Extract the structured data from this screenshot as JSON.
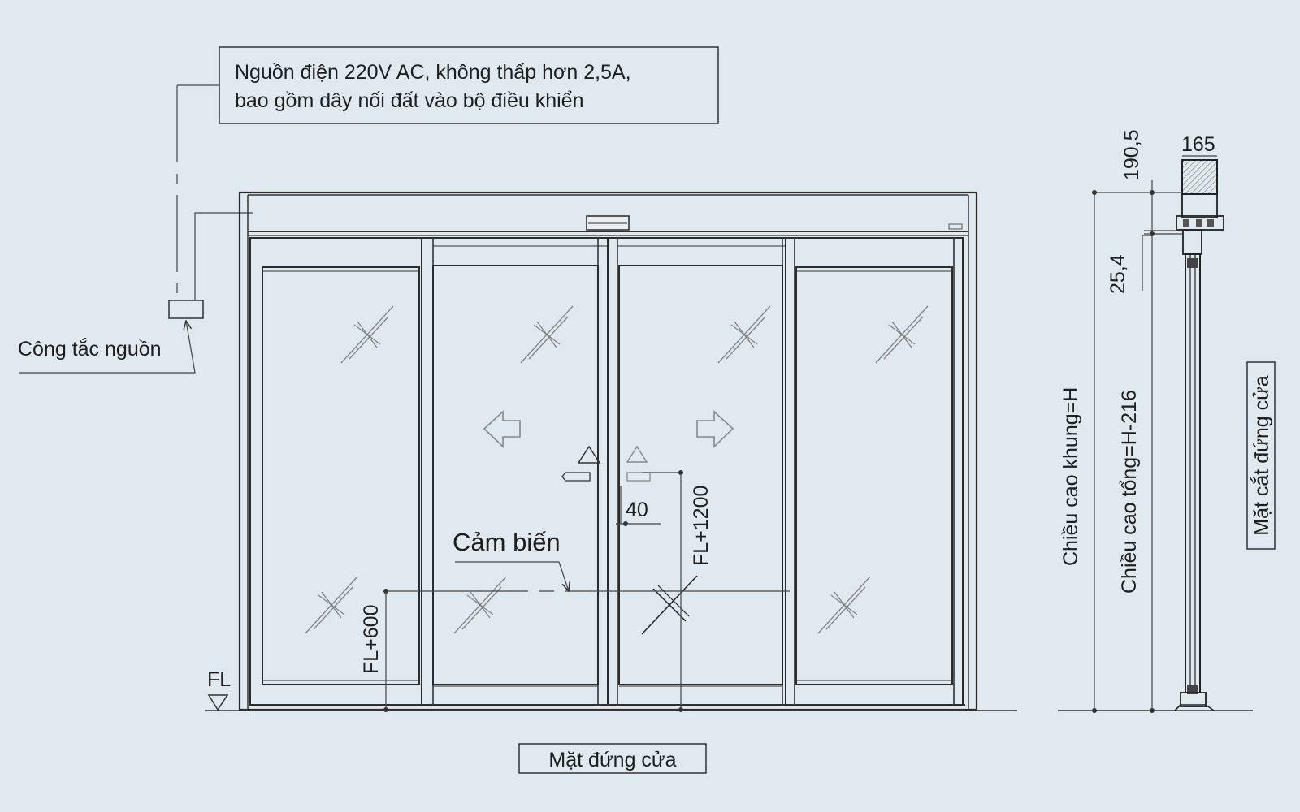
{
  "notes": {
    "power_line1": "Nguồn điện 220V AC, không thấp hơn 2,5A,",
    "power_line2": "bao gồm dây nối đất vào bộ điều khiển",
    "power_switch": "Công tắc nguồn",
    "sensor": "Cảm biến",
    "floor": "FL"
  },
  "dimensions": {
    "fl600": "FL+600",
    "fl1200": "FL+1200",
    "d40": "40",
    "d165": "165",
    "d190": "190,5",
    "d25": "25,4",
    "frame_height": "Chiều cao khung=H",
    "total_height": "Chiều cao tổng=H-216"
  },
  "captions": {
    "front_view": "Mặt đứng cửa",
    "section_view": "Mặt cắt đứng cửa"
  }
}
